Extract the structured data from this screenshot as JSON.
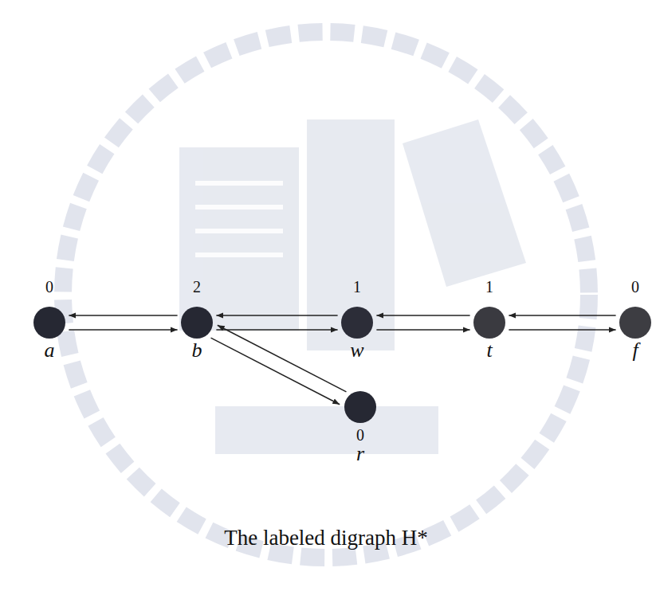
{
  "diagram": {
    "caption": "The labeled digraph H*",
    "nodes": [
      {
        "text": [
          "0",
          "a"
        ]
      },
      {
        "text": [
          "2",
          "b"
        ]
      },
      {
        "text": [
          "1",
          "w"
        ]
      },
      {
        "text": [
          "1",
          "t"
        ]
      },
      {
        "text": [
          "0",
          "f"
        ]
      },
      {
        "text": [
          "0",
          "r"
        ]
      }
    ],
    "edges": [
      {
        "from": 0,
        "to": 1,
        "arrow": "to"
      },
      {
        "from": 1,
        "to": 0,
        "arrow": "to"
      },
      {
        "from": 1,
        "to": 2,
        "arrow": "to"
      },
      {
        "from": 2,
        "to": 1,
        "arrow": "to"
      },
      {
        "from": 2,
        "to": 3,
        "arrow": "to"
      },
      {
        "from": 3,
        "to": 2,
        "arrow": "to"
      },
      {
        "from": 3,
        "to": 4,
        "arrow": "to"
      },
      {
        "from": 4,
        "to": 3,
        "arrow": "to"
      },
      {
        "from": 1,
        "to": 5,
        "arrow": "to"
      },
      {
        "from": 5,
        "to": 1,
        "arrow": "to"
      }
    ]
  }
}
